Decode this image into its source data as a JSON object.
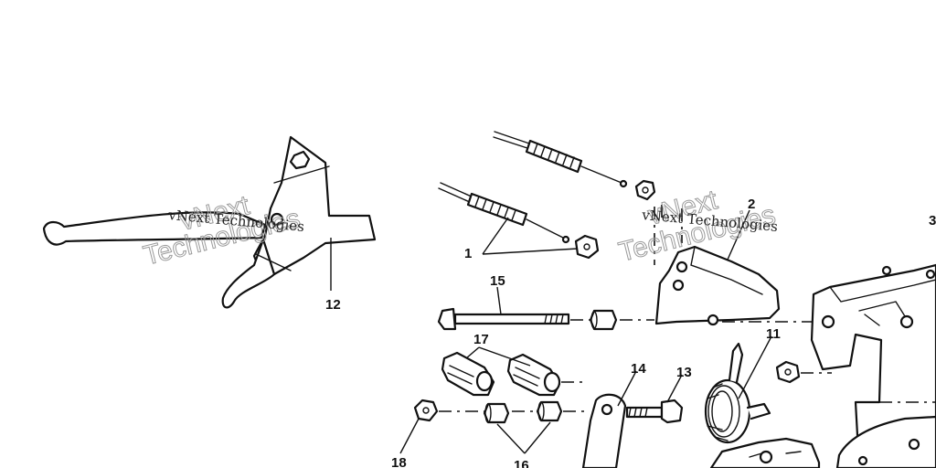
{
  "watermark": {
    "text": "vNext Technologies",
    "big_line1": "vNext",
    "big_line2": "Technologies"
  },
  "callouts": {
    "c1": "1",
    "c2": "2",
    "c3": "3",
    "c11": "11",
    "c12": "12",
    "c13": "13",
    "c14": "14",
    "c15": "15",
    "c16": "16",
    "c17": "17",
    "c18": "18"
  }
}
